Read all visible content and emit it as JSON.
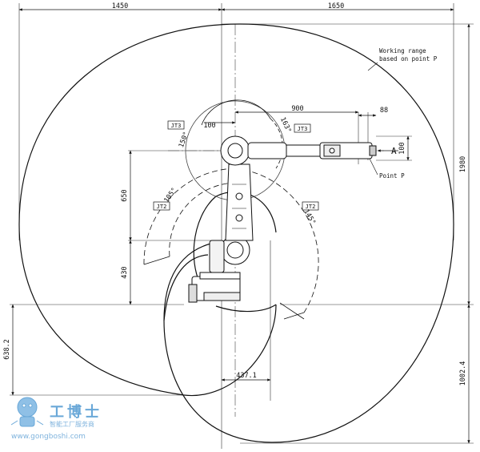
{
  "dimensions": {
    "left_width": "1450",
    "right_width": "1650",
    "reach_900": "900",
    "offset_88": "88",
    "offset_100_top": "100",
    "offset_100_right": "100",
    "height_1980": "1980",
    "height_650": "650",
    "height_430": "430",
    "height_638_2": "638.2",
    "width_437_1": "437.1",
    "height_1002_4": "1002.4"
  },
  "joint_tags": {
    "jt3_left": "JT3",
    "jt3_right": "JT3",
    "jt2_left": "JT2",
    "jt2_right": "JT2"
  },
  "angles": {
    "jt3_up": "150°",
    "jt3_down": "163°",
    "jt2_back": "105°",
    "jt2_fwd": "145°"
  },
  "notes": {
    "working_range_line1": "Working range",
    "working_range_line2": "based on point P",
    "point_p": "Point P",
    "view_a": "A"
  },
  "watermark": {
    "brand": "工博士",
    "tagline": "智能工厂服务商",
    "url": "www.gongboshi.com"
  }
}
